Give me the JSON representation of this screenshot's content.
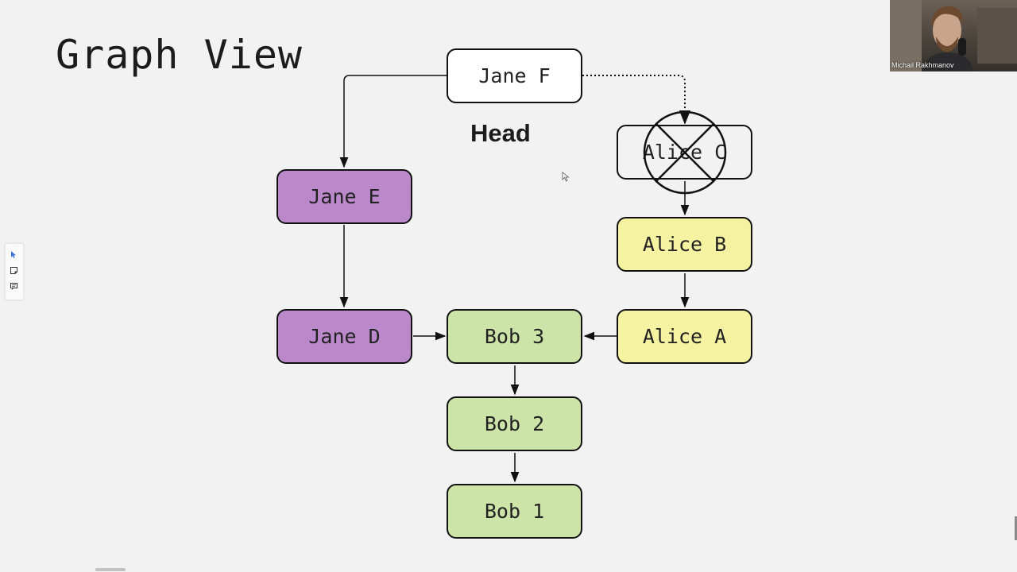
{
  "slide": {
    "title": "Graph View",
    "head_label": "Head"
  },
  "nodes": {
    "jane_f": "Jane F",
    "jane_e": "Jane E",
    "jane_d": "Jane D",
    "alice_c": "Alice C",
    "alice_b": "Alice B",
    "alice_a": "Alice A",
    "bob_3": "Bob 3",
    "bob_2": "Bob 2",
    "bob_1": "Bob 1"
  },
  "colors": {
    "jane_fill": "#bb88cc",
    "bob_fill": "#cde4a8",
    "alice_fill": "#f5f3a2"
  },
  "toolbar": {
    "tools": [
      "pointer-icon",
      "sticky-note-icon",
      "comment-icon"
    ]
  },
  "video": {
    "participant_name": "Michail Rakhmanov"
  }
}
